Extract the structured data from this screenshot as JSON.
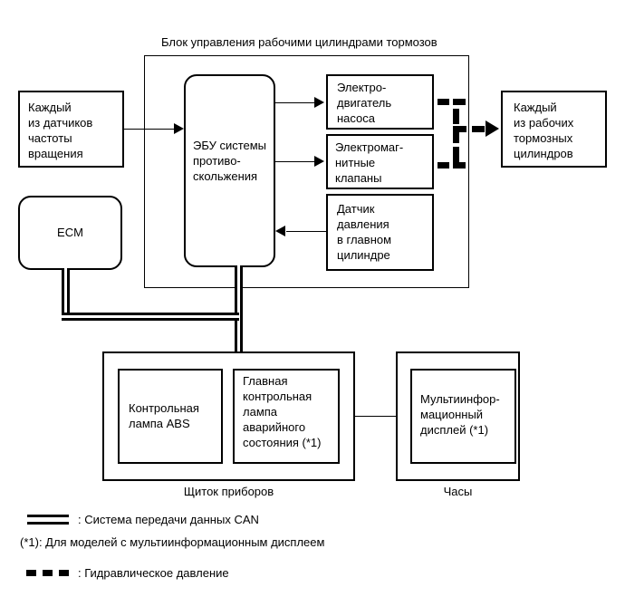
{
  "diagram": {
    "title_control_block": "Блок управления рабочими цилиндрами тормозов",
    "caption_instrument_panel": "Щиток приборов",
    "caption_clock": "Часы"
  },
  "blocks": {
    "speed_sensors": "Каждый\nиз датчиков\nчастоты\nвращения",
    "ecm": "ECM",
    "abs_ecu": "ЭБУ системы\nпротиво-\nскольжения",
    "pump_motor": "Электро-\nдвигатель\nнасоса",
    "solenoid_valves": "Электромаг-\nнитные\nклапаны",
    "master_cylinder_pressure_sensor": "Датчик\nдавления\nв главном\nцилиндре",
    "wheel_cylinders": "Каждый\nиз рабочих\nтормозных\nцилиндров",
    "abs_warning_lamp": "Контрольная\nлампа ABS",
    "master_warning_lamp": "Главная\nконтрольная\nлампа\nаварийного\nсостояния (*1)",
    "multi_information_display": "Мультиинфор-\nмационный\nдисплей (*1)"
  },
  "legend": {
    "can_label": ": Система передачи данных CAN",
    "note_label": "(*1): Для моделей с мультиинформационным дисплеем",
    "hydraulic_label": ": Гидравлическое давление"
  }
}
